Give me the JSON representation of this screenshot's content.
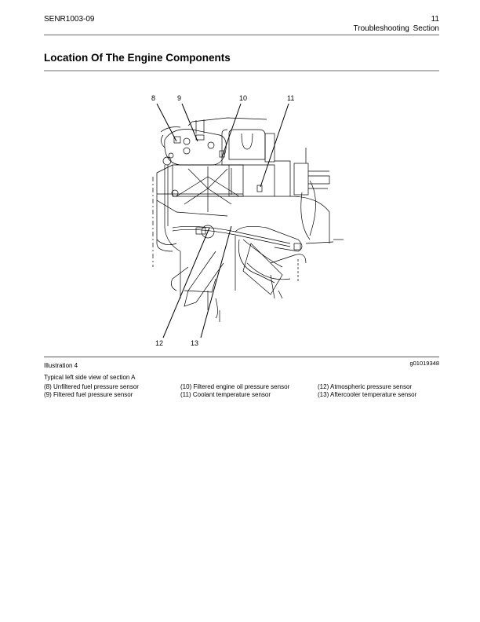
{
  "header": {
    "doc_number": "SENR1003-09",
    "page_number": "11",
    "section": "Troubleshooting Section"
  },
  "page_title": "Location Of The Engine Components",
  "illustration": {
    "label": "Illustration 4",
    "id": "g01019348",
    "description": "Typical left side view of section A",
    "callouts": [
      "8",
      "9",
      "10",
      "11",
      "12",
      "13"
    ]
  },
  "legend": {
    "col1": [
      "(8) Unfiltered fuel pressure sensor",
      "(9) Filtered fuel pressure sensor"
    ],
    "col2": [
      "(10) Filtered engine oil pressure sensor",
      "(11) Coolant temperature sensor"
    ],
    "col3": [
      "(12) Atmospheric pressure sensor",
      "(13) Aftercooler temperature sensor"
    ]
  }
}
